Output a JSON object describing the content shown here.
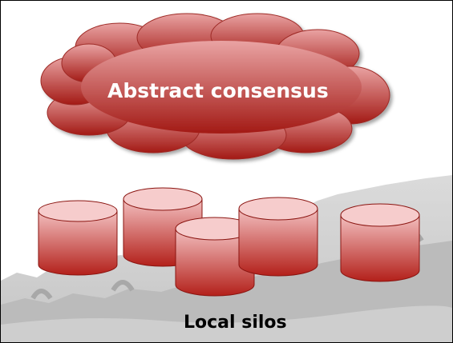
{
  "cloud": {
    "label": "Abstract consensus"
  },
  "silos": {
    "label": "Local silos",
    "count": 5
  },
  "colors": {
    "cloud_top": "#e9a3a3",
    "cloud_bottom": "#a31a15",
    "cylinder_top": "#f3c0c0",
    "cylinder_bottom": "#b3201a",
    "cylinder_stroke": "#8a1410",
    "backdrop": "#c9c9c9",
    "slide_border": "#000000"
  }
}
